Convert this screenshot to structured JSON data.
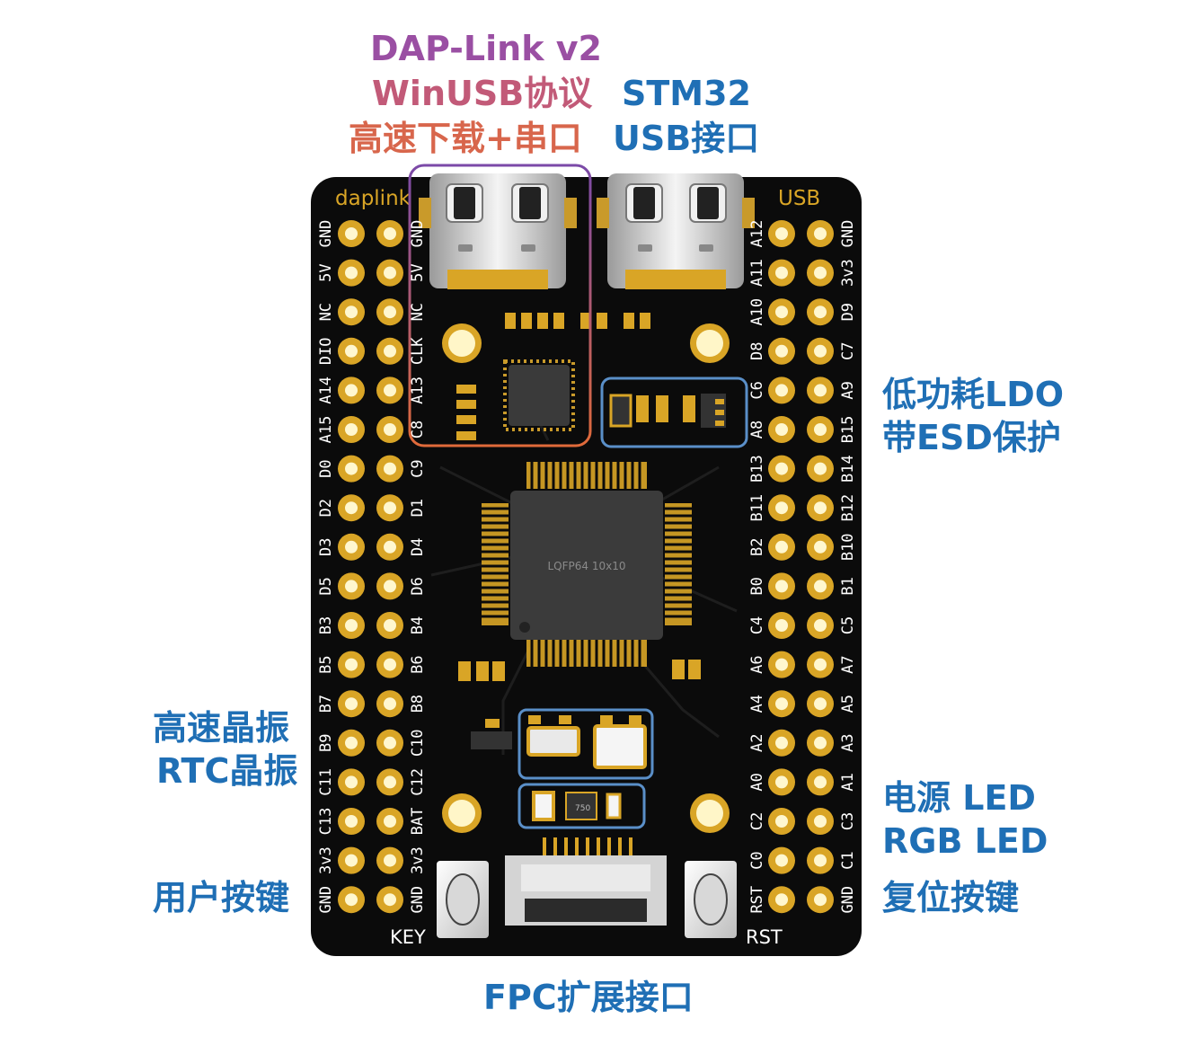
{
  "annotations": {
    "daplink_line1": "DAP-Link v2",
    "daplink_line2": "WinUSB协议",
    "daplink_line3": "高速下载+串口",
    "stm32_usb_line1": "STM32",
    "stm32_usb_line2": "USB接口",
    "ldo_line1": "低功耗LDO",
    "ldo_line2": "带ESD保护",
    "crystal_line1": "高速晶振",
    "crystal_line2": "RTC晶振",
    "user_key": "用户按键",
    "led_line1": "电源 LED",
    "led_line2": "RGB LED",
    "reset_key": "复位按键",
    "fpc": "FPC扩展接口"
  },
  "board": {
    "silk_daplink": "daplink",
    "silk_usb": "USB",
    "silk_key": "KEY",
    "silk_rst": "RST",
    "chip_label": "LQFP64 10x10",
    "led_res": "750",
    "pins_outer_left": [
      "GND",
      "5V",
      "NC",
      "DIO",
      "A14",
      "A15",
      "D0",
      "D2",
      "D3",
      "D5",
      "B3",
      "B5",
      "B7",
      "B9",
      "C11",
      "C13",
      "3v3",
      "GND"
    ],
    "pins_inner_left": [
      "GND",
      "5V",
      "NC",
      "CLK",
      "A13",
      "C8",
      "C9",
      "D1",
      "D4",
      "D6",
      "B4",
      "B6",
      "B8",
      "C10",
      "C12",
      "BAT",
      "3v3",
      "GND"
    ],
    "pins_inner_right": [
      "A12",
      "A11",
      "A10",
      "D8",
      "C6",
      "A8",
      "B13",
      "B11",
      "B2",
      "B0",
      "C4",
      "A6",
      "A4",
      "A2",
      "A0",
      "C2",
      "C0",
      "RST"
    ],
    "pins_outer_right": [
      "GND",
      "3v3",
      "D9",
      "C7",
      "A9",
      "B15",
      "B14",
      "B12",
      "B10",
      "B1",
      "C5",
      "A7",
      "A5",
      "A3",
      "A1",
      "C3",
      "C1",
      "GND"
    ]
  },
  "colors": {
    "pcb": "#0b0b0b",
    "gold": "#d9a526",
    "annotation_blue": "#1f6fb5",
    "frame_gradient_start": "#7b4aa8",
    "frame_gradient_end": "#e06a3a",
    "box_blue": "#5a8fc8"
  }
}
